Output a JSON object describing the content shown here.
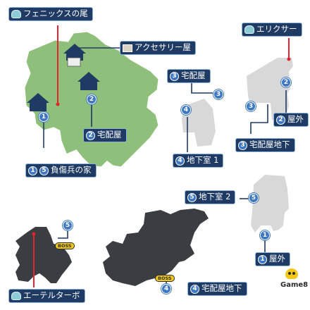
{
  "colors": {
    "field": "#8fc07b",
    "field_edge": "#ffffff",
    "indoor": "#d8d8d8",
    "dungeon": "#3a3d42",
    "label_bg": "#1f3a63",
    "badge": "#3f78c3",
    "treasure_line": "#e3242b",
    "leader_line": "#1f3a63",
    "boss_badge": "#f2c818"
  },
  "labels": {
    "phoenix_tail": {
      "text": "フェニックスの尾",
      "icon": "item-bag-icon"
    },
    "accessory_shop": {
      "text": "アクセサリー屋",
      "icon": "shop-sign-icon"
    },
    "delivery_shop_top": {
      "num": "3",
      "text": "宅配屋"
    },
    "elixir": {
      "text": "エリクサー",
      "icon": "item-bag-icon"
    },
    "delivery_shop_2": {
      "num": "2",
      "text": "宅配屋"
    },
    "outside_2": {
      "num": "2",
      "text": "屋外"
    },
    "basement_1": {
      "num": "4",
      "text": "地下室 1"
    },
    "delivery_basement_3": {
      "num": "3",
      "text": "宅配屋地下"
    },
    "wounded_house": {
      "nums": [
        "1",
        "5"
      ],
      "text": "負傷兵の家"
    },
    "basement_2": {
      "num": "5",
      "text": "地下室 2"
    },
    "outside_1": {
      "num": "1",
      "text": "屋外"
    },
    "delivery_basement_4": {
      "num": "4",
      "text": "宅配屋地下"
    },
    "ether_turbo": {
      "text": "エーテルターボ",
      "icon": "item-bag-icon"
    }
  },
  "map_badges": {
    "b1": "1",
    "b2": "2",
    "b3a": "3",
    "b3b": "3",
    "b4a": "4",
    "b2b": "2",
    "b5a": "5",
    "b5b": "5",
    "b1b": "1",
    "b4b": "4"
  },
  "boss": {
    "label": "BOSS"
  },
  "logo": {
    "text": "Game8"
  }
}
